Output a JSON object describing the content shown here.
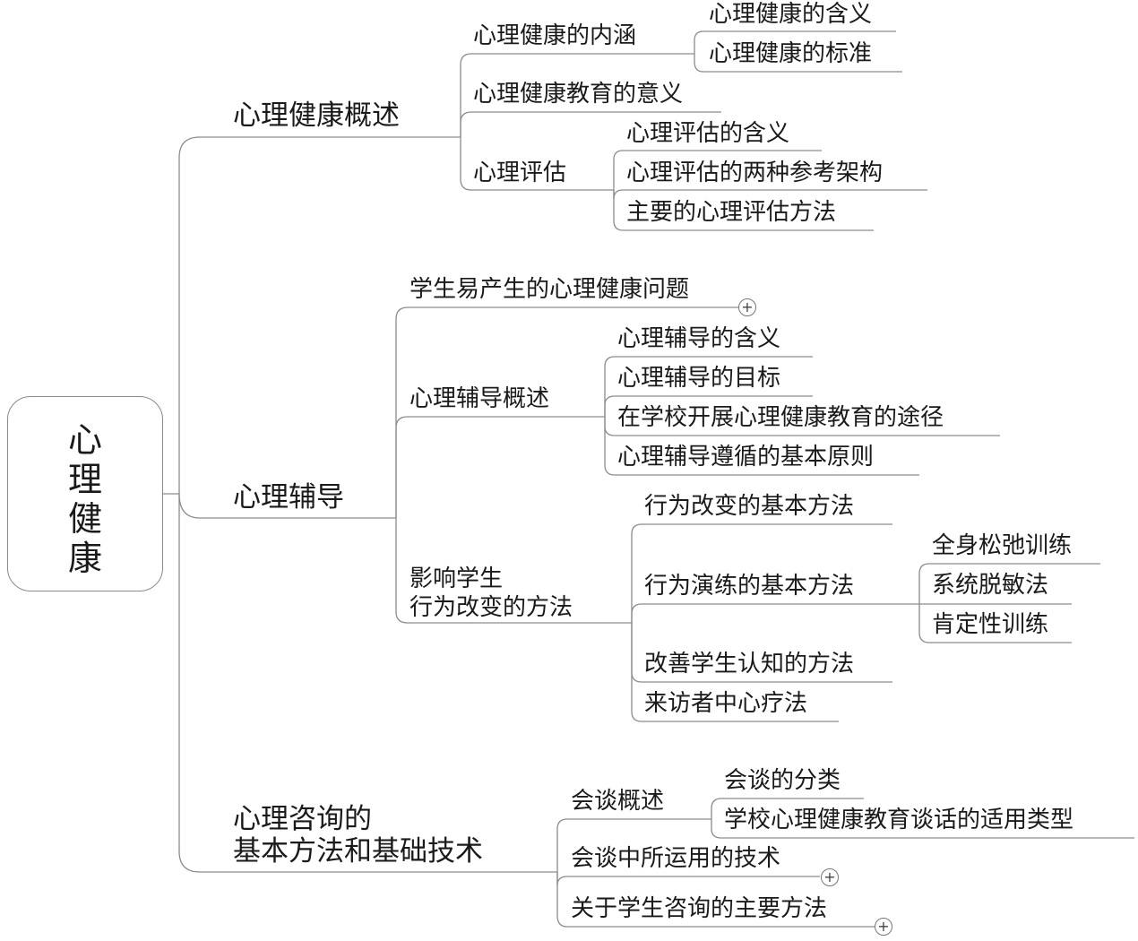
{
  "root": {
    "label": "心\n理\n健\n康"
  },
  "branches": [
    {
      "label": "心理健康概述",
      "children": [
        {
          "label": "心理健康的内涵",
          "children": [
            {
              "label": "心理健康的含义"
            },
            {
              "label": "心理健康的标准"
            }
          ]
        },
        {
          "label": "心理健康教育的意义"
        },
        {
          "label": "心理评估",
          "children": [
            {
              "label": "心理评估的含义"
            },
            {
              "label": "心理评估的两种参考架构"
            },
            {
              "label": "主要的心理评估方法"
            }
          ]
        }
      ]
    },
    {
      "label": "心理辅导",
      "children": [
        {
          "label": "学生易产生的心理健康问题",
          "collapsed": true
        },
        {
          "label": "心理辅导概述",
          "children": [
            {
              "label": "心理辅导的含义"
            },
            {
              "label": "心理辅导的目标"
            },
            {
              "label": "在学校开展心理健康教育的途径"
            },
            {
              "label": "心理辅导遵循的基本原则"
            }
          ]
        },
        {
          "label": "影响学生\n行为改变的方法",
          "children": [
            {
              "label": "行为改变的基本方法"
            },
            {
              "label": "行为演练的基本方法",
              "children": [
                {
                  "label": "全身松弛训练"
                },
                {
                  "label": "系统脱敏法"
                },
                {
                  "label": "肯定性训练"
                }
              ]
            },
            {
              "label": "改善学生认知的方法"
            },
            {
              "label": "来访者中心疗法"
            }
          ]
        }
      ]
    },
    {
      "label": "心理咨询的\n基本方法和基础技术",
      "children": [
        {
          "label": "会谈概述",
          "children": [
            {
              "label": "会谈的分类"
            },
            {
              "label": "学校心理健康教育谈话的适用类型"
            }
          ]
        },
        {
          "label": "会谈中所运用的技术",
          "collapsed": true
        },
        {
          "label": "关于学生咨询的主要方法",
          "collapsed": true
        }
      ]
    }
  ],
  "colors": {
    "line": "#8c8c8c",
    "text": "#1a1a1a"
  },
  "icons": {
    "collapsed_marker": "plus-circle-icon",
    "expand_symbol": "+"
  }
}
